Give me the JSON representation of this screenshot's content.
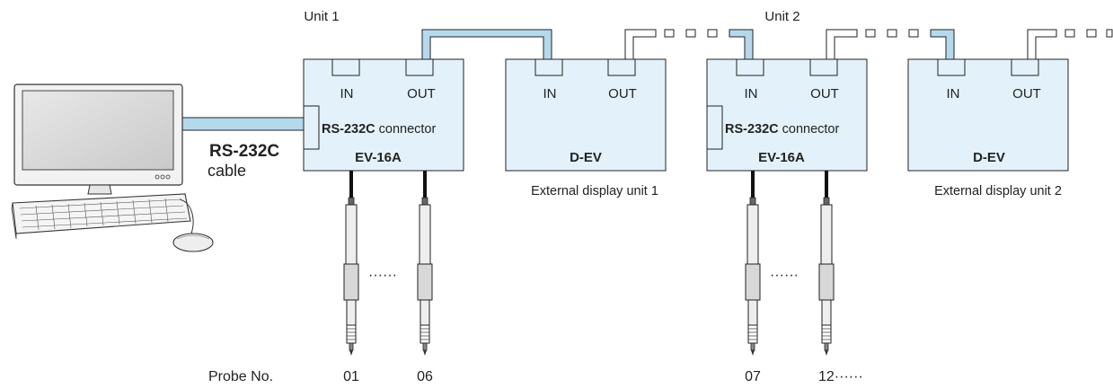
{
  "units": [
    {
      "label": "Unit 1"
    },
    {
      "label": "Unit 2"
    }
  ],
  "ev16a": {
    "name": "EV-16A",
    "port_in": "IN",
    "port_out": "OUT",
    "connector_bold": "RS-232C",
    "connector_text": "connector"
  },
  "dev": {
    "name": "D-EV",
    "port_in": "IN",
    "port_out": "OUT"
  },
  "external_displays": [
    {
      "caption": "External display unit 1"
    },
    {
      "caption": "External display unit 2"
    }
  ],
  "cable": {
    "name": "RS-232C",
    "word": "cable"
  },
  "probe_label": "Probe No.",
  "probe_numbers": [
    "01",
    "06",
    "07",
    "12······"
  ],
  "ellipsis": "······",
  "colors": {
    "unit_fill": "#e3f2fa",
    "cable_fill": "#b5d9ec",
    "outline": "#222222"
  }
}
